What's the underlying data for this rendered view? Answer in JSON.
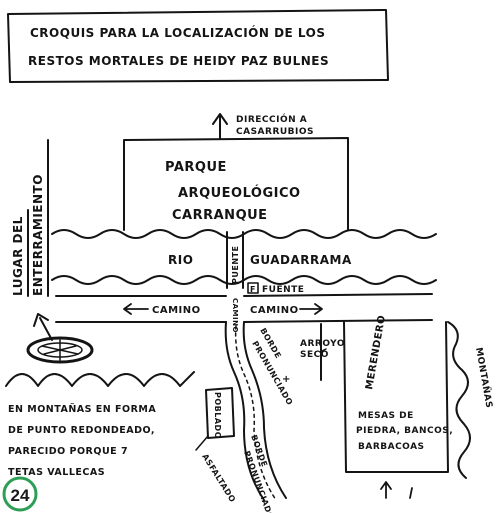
{
  "title": {
    "line1": "CROQUIS PARA LA LOCALIZACIÓN DE LOS",
    "line2": "RESTOS MORTALES DE HEIDY PAZ BULNES"
  },
  "labels": {
    "direction_line1": "DIRECCIÓN A",
    "direction_line2": "CASARRUBIOS",
    "park_line1": "PARQUE",
    "park_line2": "ARQUEOLÓGICO",
    "park_line3": "CARRANQUE",
    "burial_line1": "LUGAR DEL",
    "burial_line2": "ENTERRAMIENTO",
    "rio": "RIO",
    "guadarrama": "GUADARRAMA",
    "puente": "PUENTE",
    "fuente_marker": "F",
    "fuente": "FUENTE",
    "camino_left": "CAMINO",
    "camino_right": "CAMINO",
    "camino_vertical": "CAMINO",
    "arroyo_line1": "ARROYO",
    "arroyo_line2": "SECO",
    "borde_line1": "BORDE",
    "borde_line2": "PRONUNCIADO",
    "merendero": "MERENDERO",
    "mesas_line1": "MESAS DE",
    "mesas_line2": "PIEDRA, BANCOS,",
    "mesas_line3": "BARBACOAS",
    "montanas": "MONTAÑAS",
    "note_line1": "EN MONTAÑAS EN FORMA",
    "note_line2": "DE PUNTO REDONDEADO,",
    "note_line3": "PARECIDO PORQUE 7",
    "note_line4": "TETAS VALLECAS",
    "poblado": "POBLADO",
    "asfaltado": "ASFALTADO"
  },
  "badge": {
    "number": "24",
    "color": "#2e9e57"
  }
}
